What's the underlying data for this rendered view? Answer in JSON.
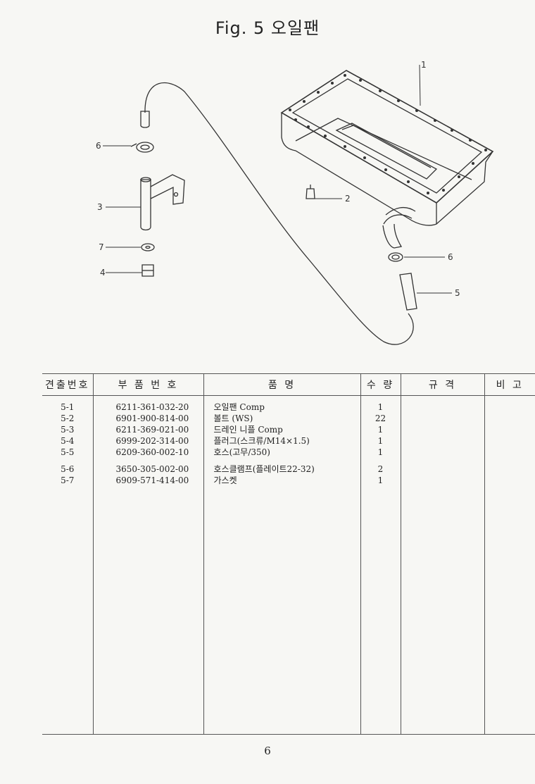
{
  "title": "Fig. 5   오일팬",
  "callouts": {
    "c1": "1",
    "c2": "2",
    "c3": "3",
    "c4": "4",
    "c5": "5",
    "c6a": "6",
    "c6b": "6",
    "c7": "7"
  },
  "table": {
    "headers": [
      "견출번호",
      "부 품 번 호",
      "품            명",
      "수 량",
      "규  격",
      "비 고"
    ],
    "rows": [
      {
        "ref": "5-1",
        "part_no": "6211-361-032-20",
        "name": "오일팬 Comp",
        "qty": "1"
      },
      {
        "ref": "5-2",
        "part_no": "6901-900-814-00",
        "name": "볼트 (WS)",
        "qty": "22"
      },
      {
        "ref": "5-3",
        "part_no": "6211-369-021-00",
        "name": "드레인 니플 Comp",
        "qty": "1"
      },
      {
        "ref": "5-4",
        "part_no": "6999-202-314-00",
        "name": "플러그(스크류/M14×1.5)",
        "qty": "1"
      },
      {
        "ref": "5-5",
        "part_no": "6209-360-002-10",
        "name": "호스(고무/350)",
        "qty": "1"
      },
      {
        "ref": "5-6",
        "part_no": "3650-305-002-00",
        "name": "호스클램프(플레이트22-32)",
        "qty": "2"
      },
      {
        "ref": "5-7",
        "part_no": "6909-571-414-00",
        "name": "가스켓",
        "qty": "1"
      }
    ]
  },
  "page_number": "6"
}
